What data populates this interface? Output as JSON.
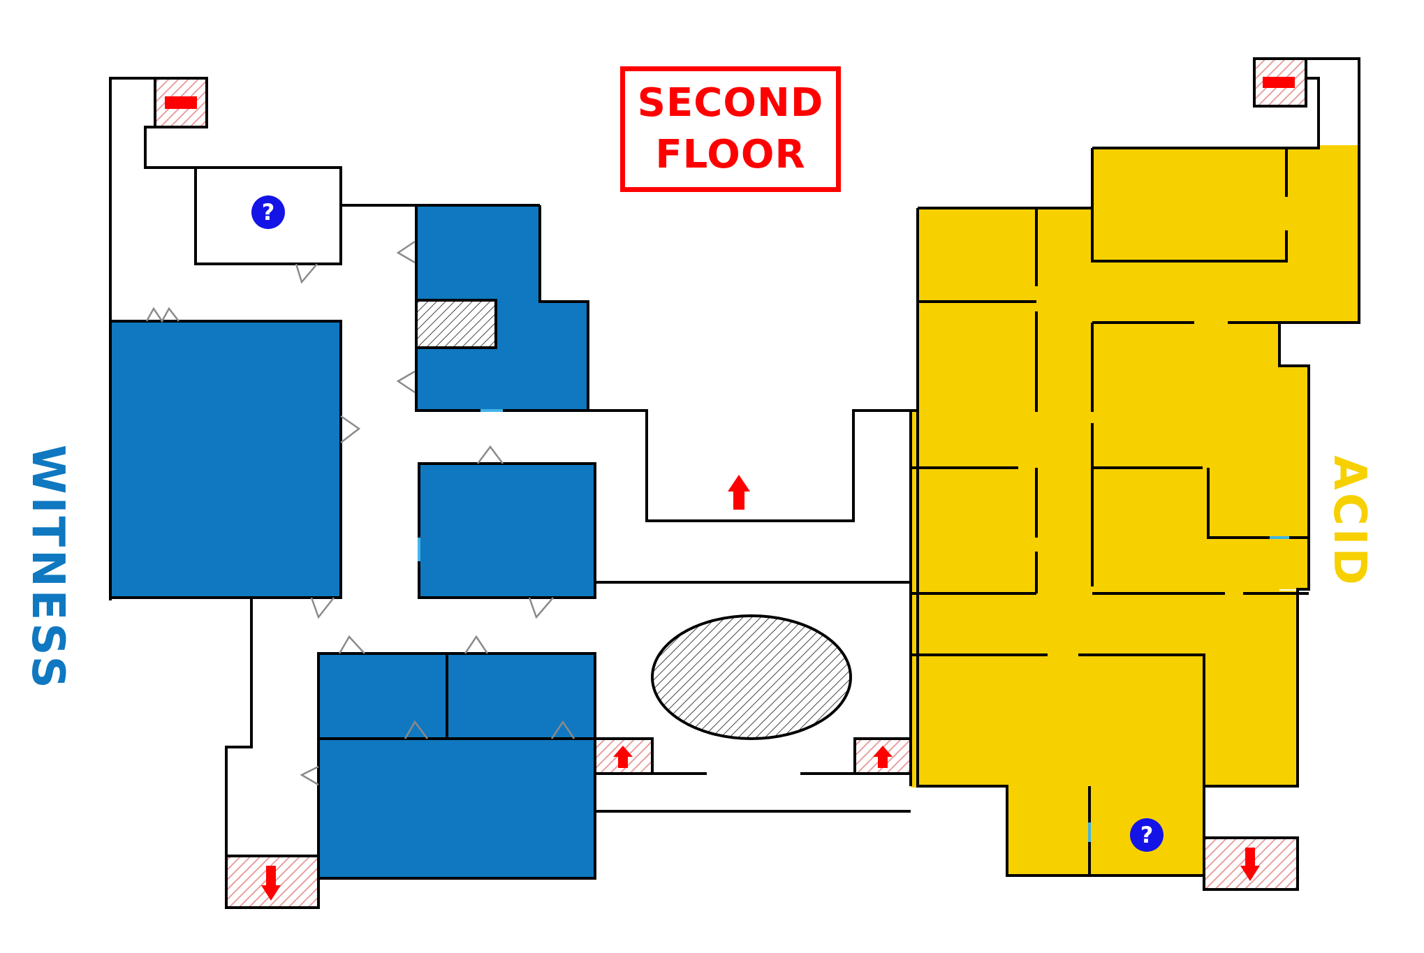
{
  "title": {
    "line1": "SECOND",
    "line2": "FLOOR"
  },
  "zones": [
    {
      "label": "WITNESS",
      "color": "#0f78c0"
    },
    {
      "label": "ACID",
      "color": "#f7d000"
    }
  ],
  "colors": {
    "wall": "#000000",
    "stairs": "#ff0000",
    "hatch": "#555555",
    "door": "#8a8a8a",
    "info": "#1414e6"
  },
  "icons": {
    "info": "question-mark-icon",
    "stairs": "arrow-icon"
  },
  "info_symbol": "?"
}
